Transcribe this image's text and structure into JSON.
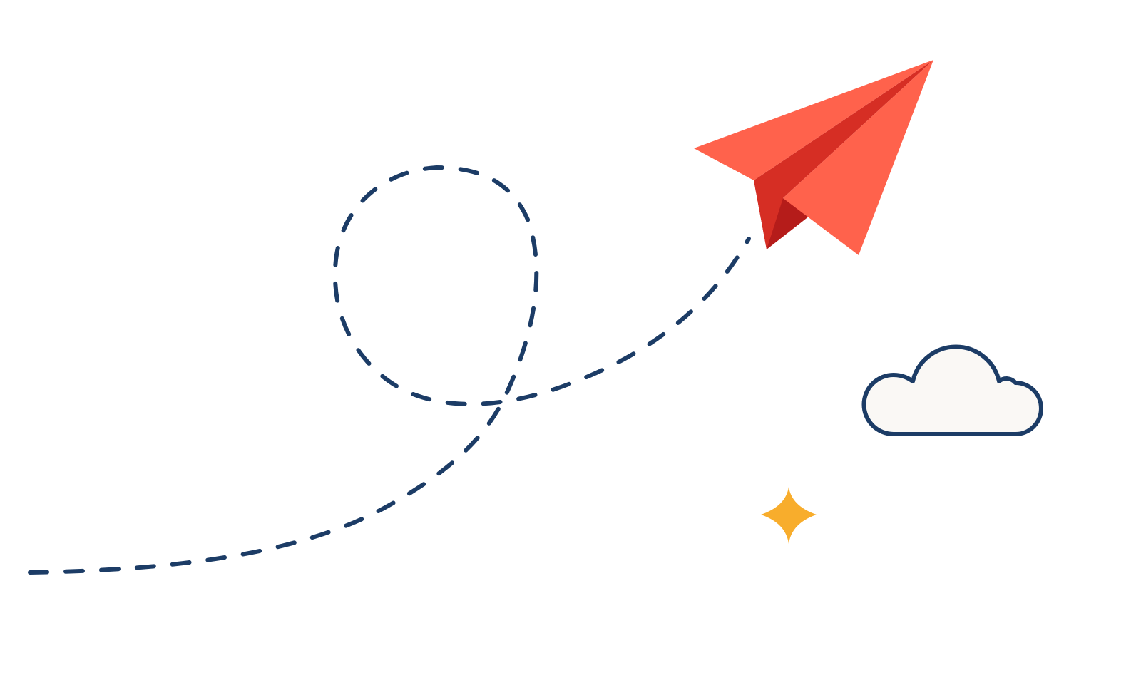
{
  "illustration": {
    "subject": "paper-airplane-flight",
    "elements": [
      {
        "name": "flight-path",
        "icon": "dashed-loop-path"
      },
      {
        "name": "paper-airplane",
        "icon": "paper-plane-icon"
      },
      {
        "name": "cloud",
        "icon": "cloud-icon"
      },
      {
        "name": "sparkle",
        "icon": "sparkle-icon"
      }
    ]
  },
  "colors": {
    "background": "#ffffff",
    "path": "#1c3c66",
    "plane_light": "#ff624c",
    "plane_mid": "#d62e24",
    "plane_dark": "#b51c1a",
    "cloud_fill": "#faf8f5",
    "cloud_stroke": "#1c3c66",
    "sparkle": "#f8ad2c"
  }
}
